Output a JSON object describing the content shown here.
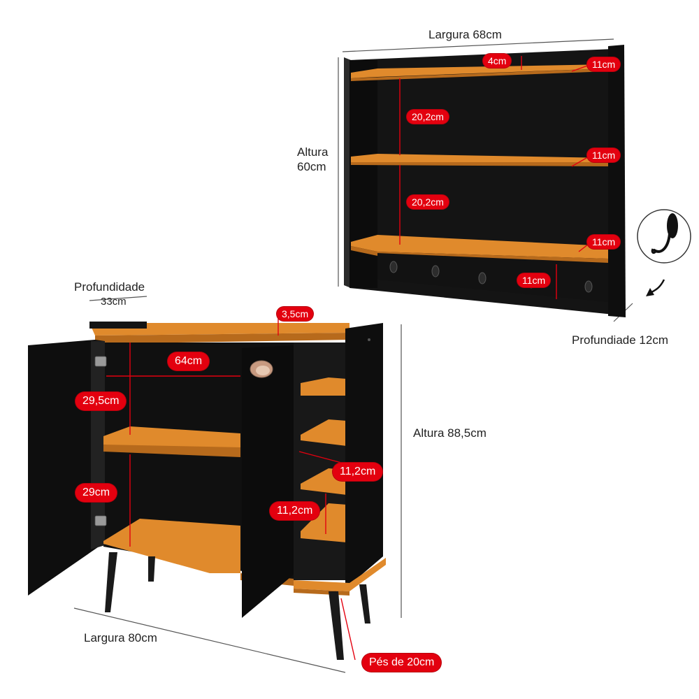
{
  "wall_shelf": {
    "width_label": "Largura 68cm",
    "height_label_1": "Altura",
    "height_label_2": "60cm",
    "depth_label": "Profundiade 12cm",
    "tags": {
      "board_thickness": "4cm",
      "shelf_depth_top": "11cm",
      "shelf_depth_middle": "11cm",
      "shelf_depth_bottom": "11cm",
      "gap_upper": "20,2cm",
      "gap_lower": "20,2cm",
      "hook_drop": "11cm"
    }
  },
  "cabinet": {
    "depth_label_1": "Profundidade",
    "depth_label_2": "33cm",
    "height_label": "Altura 88,5cm",
    "width_label": "Largura 80cm",
    "tags": {
      "top_thickness": "3,5cm",
      "inner_width": "64cm",
      "upper_gap": "29,5cm",
      "lower_gap": "29cm",
      "niche_gap_upper": "11,2cm",
      "niche_gap_lower": "11,2cm",
      "feet": "Pés de 20cm"
    }
  },
  "colors": {
    "black_panel": "#121212",
    "wood": "#e08a2c",
    "wood_dark": "#b76a1c",
    "dimension_red": "#e3000f"
  }
}
